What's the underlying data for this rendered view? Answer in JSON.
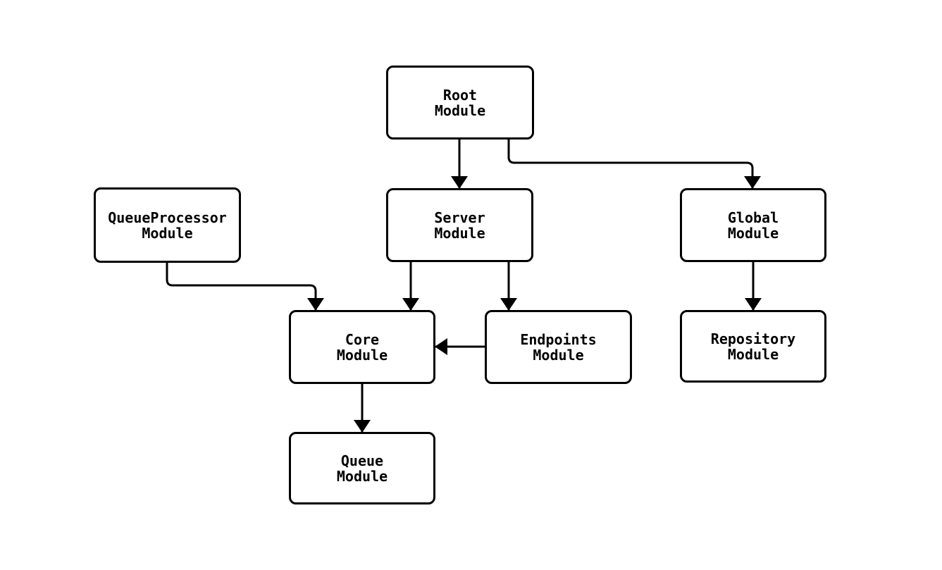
{
  "diagram": {
    "type": "module-dependency-flowchart",
    "background_color": "#ffffff",
    "node_fill_color": "#ffffff",
    "stroke_color": "#000000",
    "text_color": "#000000",
    "nodes": [
      {
        "id": "root",
        "label": "Root\nModule"
      },
      {
        "id": "queueprocessor",
        "label": "QueueProcessor\nModule"
      },
      {
        "id": "server",
        "label": "Server\nModule"
      },
      {
        "id": "global",
        "label": "Global\nModule"
      },
      {
        "id": "core",
        "label": "Core\nModule"
      },
      {
        "id": "endpoints",
        "label": "Endpoints\nModule"
      },
      {
        "id": "repository",
        "label": "Repository\nModule"
      },
      {
        "id": "queue",
        "label": "Queue\nModule"
      }
    ],
    "edges": [
      {
        "from": "root",
        "to": "server"
      },
      {
        "from": "root",
        "to": "global"
      },
      {
        "from": "queueprocessor",
        "to": "core"
      },
      {
        "from": "server",
        "to": "core"
      },
      {
        "from": "server",
        "to": "endpoints"
      },
      {
        "from": "endpoints",
        "to": "core"
      },
      {
        "from": "global",
        "to": "repository"
      },
      {
        "from": "core",
        "to": "queue"
      }
    ]
  }
}
